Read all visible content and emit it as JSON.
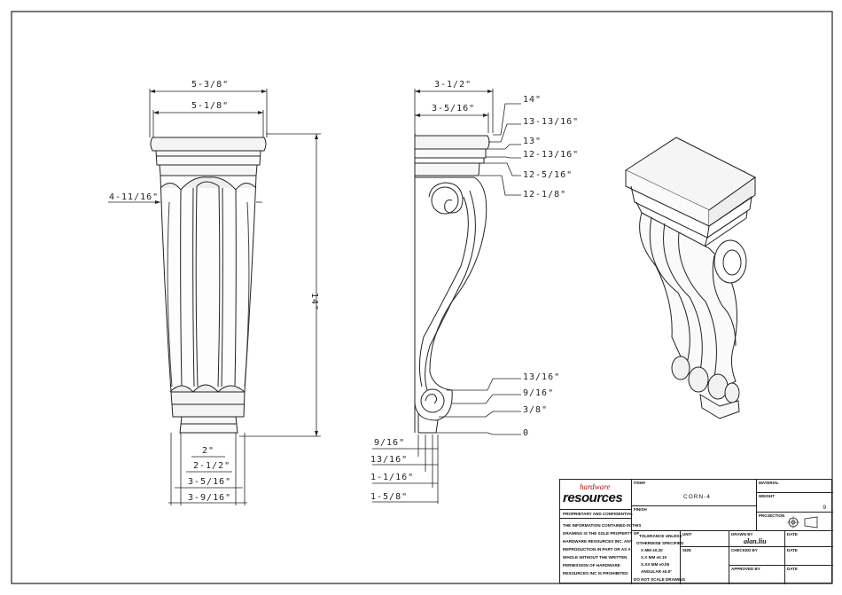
{
  "front_view": {
    "dims": {
      "top_outer": "5-3/8\"",
      "top_inner": "5-1/8\"",
      "left": "4-11/16\"",
      "height": "14\"",
      "b1": "2\"",
      "b2": "2-1/2\"",
      "b3": "3-5/16\"",
      "b4": "3-9/16\""
    }
  },
  "side_view": {
    "dims": {
      "top_outer": "3-1/2\"",
      "top_inner": "3-5/16\"",
      "r1": "14\"",
      "r2": "13-13/16\"",
      "r3": "13\"",
      "r4": "12-13/16\"",
      "r5": "12-5/16\"",
      "r6": "12-1/8\"",
      "r7": "13/16\"",
      "r8": "9/16\"",
      "r9": "3/8\"",
      "r10": "0",
      "b1": "9/16\"",
      "b2": "13/16\"",
      "b3": "1-1/16\"",
      "b4": "1-5/8\""
    }
  },
  "title_block": {
    "logo_top": "hardware",
    "logo_bottom": "resources",
    "proprietary": "PROPRIETARY AND CONFIDENTIAL",
    "notice": [
      "THE INFORMATION CONTAINED IN THIS",
      "DRAWING IS THE SOLE PROPERTY OF",
      "HARDWARE RESOURCES INC.  ANY",
      "REPRODUCTION IN PART OR AS A",
      "WHOLE  WITHOUT THE WRITTEN",
      "PERMISSION OF HARDWARE",
      "RESOURCES INC IS PROHIBITED"
    ],
    "item_label": "ITEM#",
    "item_value": "CORN-4",
    "material_label": "MATERIAL",
    "weight_label": "WEIGHT",
    "weight_value": "9",
    "finish_label": "FINISH",
    "projection_label": "PROJECTION",
    "tolerance": [
      "TOLERANCE UNLESS",
      "OTHERWISE SPECIFIED",
      "X     MM    ±0.20",
      "X.X   MM    ±0.10",
      "X.XX  MM    ±0.05",
      "ANGULAR      ±0.5°",
      "DO NOT SCALE DRAWING"
    ],
    "unit_label": "UNIT",
    "size_label": "SIZE",
    "drawn_by_label": "DRAWN BY",
    "drawn_by_value": "alan.liu",
    "checked_by_label": "CHECKED BY",
    "approved_by_label": "APPROVED BY",
    "date_label": "DATE"
  }
}
